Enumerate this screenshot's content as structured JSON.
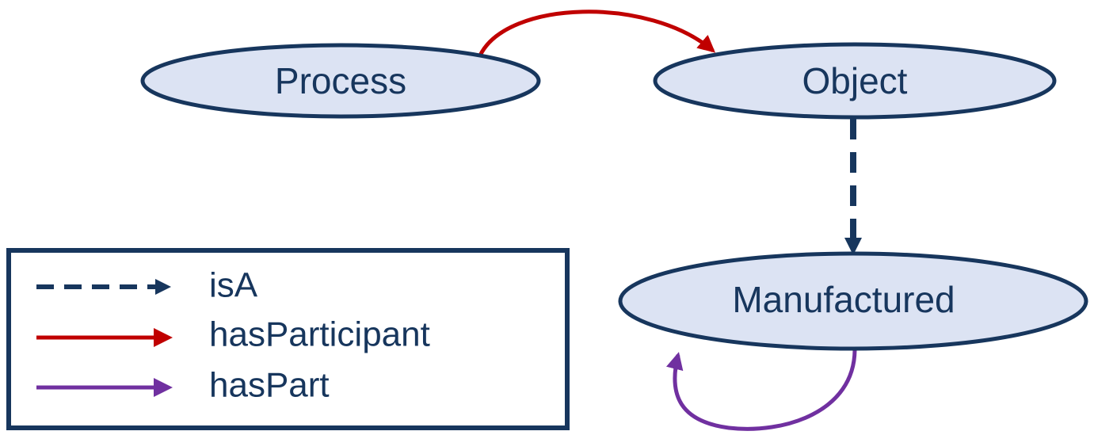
{
  "diagram": {
    "nodes": {
      "process": "Process",
      "object": "Object",
      "manufactured": "Manufactured"
    },
    "edges": [
      {
        "from": "Process",
        "to": "Object",
        "relation": "hasParticipant"
      },
      {
        "from": "Object",
        "to": "Manufactured",
        "relation": "isA"
      },
      {
        "from": "Manufactured",
        "to": "Manufactured",
        "relation": "hasPart"
      }
    ],
    "legend": {
      "isA": "isA",
      "hasParticipant": "hasParticipant",
      "hasPart": "hasPart"
    },
    "colors": {
      "isA": "#17365d",
      "hasParticipant": "#c00000",
      "hasPart": "#7030a0",
      "node_fill": "#dce3f3",
      "node_stroke": "#17365d",
      "text": "#17365d"
    }
  }
}
